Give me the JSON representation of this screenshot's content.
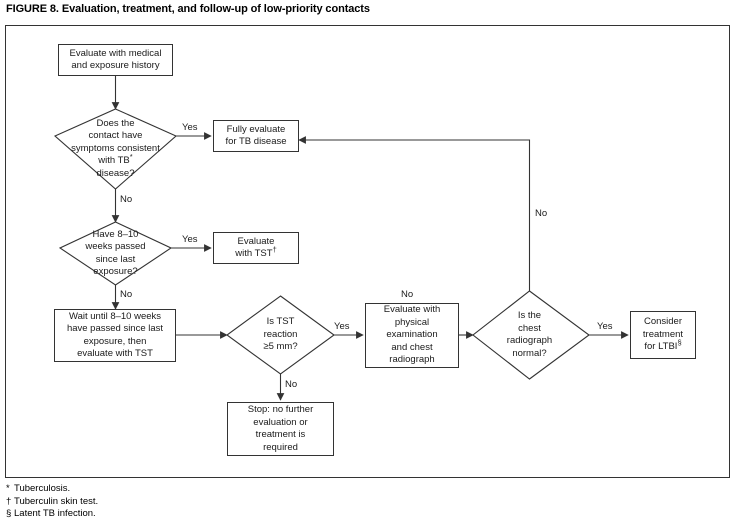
{
  "figure": {
    "title": "FIGURE 8. Evaluation, treatment, and follow-up of low-priority contacts"
  },
  "colors": {
    "stroke": "#333333",
    "text": "#1a1a1a",
    "background": "#ffffff"
  },
  "chart_data": {
    "type": "diagram",
    "title": "FIGURE 8. Evaluation, treatment, and follow-up of low-priority contacts",
    "nodes": [
      {
        "id": "n1",
        "shape": "process",
        "text": "Evaluate with medical and exposure history"
      },
      {
        "id": "d1",
        "shape": "decision",
        "text": "Does the contact have symptoms consistent with TB* disease?"
      },
      {
        "id": "n2",
        "shape": "process",
        "text": "Fully evaluate for TB disease"
      },
      {
        "id": "d2",
        "shape": "decision",
        "text": "Have 8–10 weeks passed since last exposure?"
      },
      {
        "id": "n3",
        "shape": "process",
        "text": "Evaluate with TST†"
      },
      {
        "id": "n4",
        "shape": "process",
        "text": "Wait until 8–10 weeks have passed since last exposure, then evaluate with TST"
      },
      {
        "id": "d3",
        "shape": "decision",
        "text": "Is TST reaction ≥5 mm?"
      },
      {
        "id": "n5",
        "shape": "process",
        "text": "Evaluate with physical examination and chest radiograph"
      },
      {
        "id": "d4",
        "shape": "decision",
        "text": "Is the chest radiograph normal?"
      },
      {
        "id": "n6",
        "shape": "process",
        "text": "Consider treatment for LTBI§"
      },
      {
        "id": "n7",
        "shape": "process",
        "text": "Stop: no further evaluation or treatment is required"
      }
    ],
    "edges": [
      {
        "from": "n1",
        "to": "d1",
        "label": ""
      },
      {
        "from": "d1",
        "to": "n2",
        "label": "Yes"
      },
      {
        "from": "d1",
        "to": "d2",
        "label": "No"
      },
      {
        "from": "d2",
        "to": "n3",
        "label": "Yes"
      },
      {
        "from": "d2",
        "to": "n4",
        "label": "No"
      },
      {
        "from": "n4",
        "to": "d3",
        "label": ""
      },
      {
        "from": "d3",
        "to": "n5",
        "label": "Yes"
      },
      {
        "from": "d3",
        "to": "n7",
        "label": "No"
      },
      {
        "from": "n5",
        "to": "d4",
        "label": "No"
      },
      {
        "from": "d4",
        "to": "n6",
        "label": "Yes"
      },
      {
        "from": "d4",
        "to": "n2",
        "label": "No"
      }
    ]
  },
  "nodes": {
    "evaluate_history": {
      "line1": "Evaluate with medical",
      "line2": "and exposure history"
    },
    "symptoms_decision": {
      "line1": "Does the",
      "line2": "contact have",
      "line3": "symptoms consistent",
      "line4_pre": "with TB",
      "line4_sup": "*",
      "line5": "disease?"
    },
    "fully_evaluate": {
      "line1": "Fully evaluate",
      "line2": "for TB disease"
    },
    "weeks_decision": {
      "line1": "Have 8–10",
      "line2": "weeks passed",
      "line3": "since last",
      "line4": "exposure?"
    },
    "evaluate_tst": {
      "line1": "Evaluate",
      "line2_pre": "with TST",
      "line2_sup": "†"
    },
    "wait_weeks": {
      "line1": "Wait until 8–10 weeks",
      "line2": "have passed since last",
      "line3": "exposure, then",
      "line4": "evaluate with TST"
    },
    "tst_reaction_decision": {
      "line1": "Is TST",
      "line2": "reaction",
      "line3": "≥5 mm?"
    },
    "evaluate_physical": {
      "line1": "Evaluate with",
      "line2": "physical",
      "line3": "examination",
      "line4": "and chest",
      "line5": "radiograph"
    },
    "radiograph_decision": {
      "line1": "Is the",
      "line2": "chest",
      "line3": "radiograph",
      "line4": "normal?"
    },
    "consider_treatment": {
      "line1": "Consider",
      "line2": "treatment",
      "line3_pre": "for LTBI",
      "line3_sup": "§"
    },
    "stop_node": {
      "line1": "Stop: no further",
      "line2": "evaluation or",
      "line3": "treatment is",
      "line4": "required"
    }
  },
  "edge_labels": {
    "symptoms_yes": "Yes",
    "symptoms_no": "No",
    "weeks_yes": "Yes",
    "weeks_no": "No",
    "tst_yes": "Yes",
    "tst_no": "No",
    "physical_no": "No",
    "radiograph_yes": "Yes",
    "radiograph_no": "No"
  },
  "footnotes": [
    {
      "mark": "*",
      "text": "Tuberculosis."
    },
    {
      "mark": "†",
      "text": "Tuberculin skin test."
    },
    {
      "mark": "§",
      "text": "Latent TB infection."
    }
  ]
}
